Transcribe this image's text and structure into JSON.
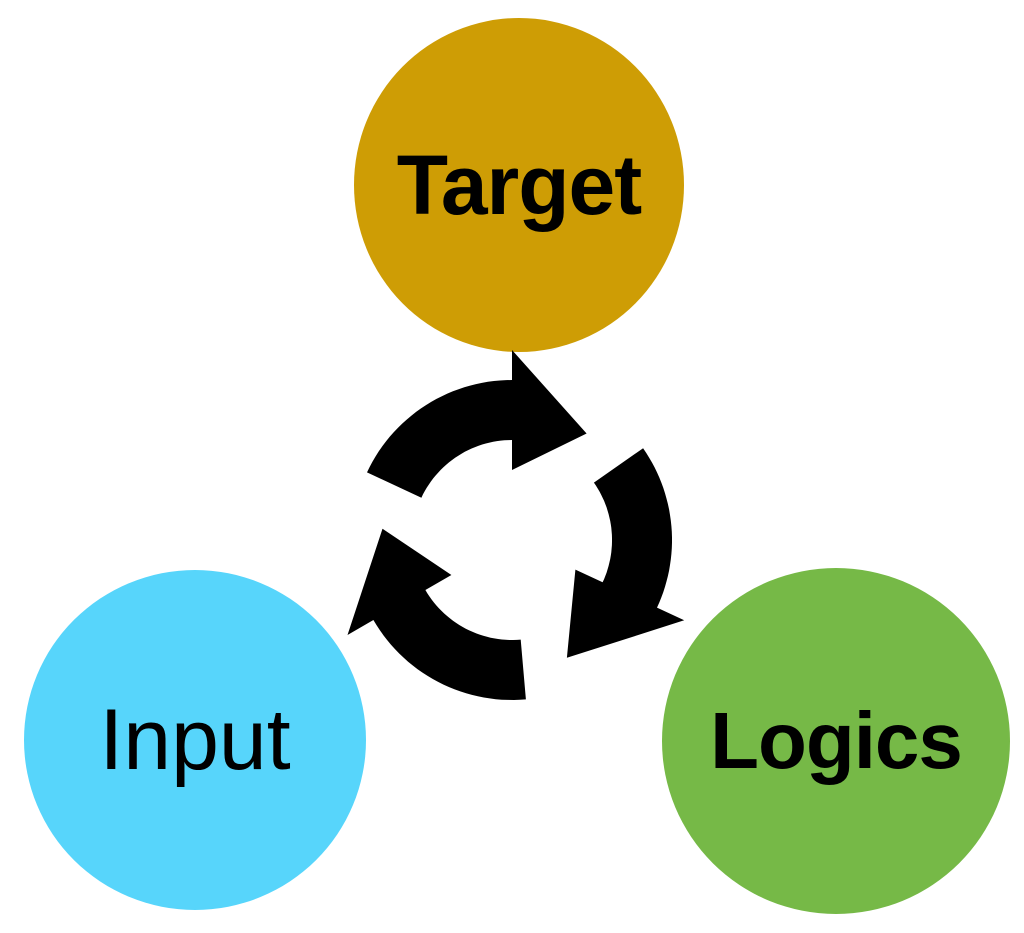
{
  "diagram": {
    "nodes": [
      {
        "id": "target",
        "label": "Target",
        "color": "#CE9D05"
      },
      {
        "id": "input",
        "label": "Input",
        "color": "#57D5FB"
      },
      {
        "id": "logics",
        "label": "Logics",
        "color": "#76B947"
      }
    ],
    "cycle": {
      "direction": "clockwise",
      "arrow_color": "#000000",
      "arrow_count": 3
    }
  }
}
